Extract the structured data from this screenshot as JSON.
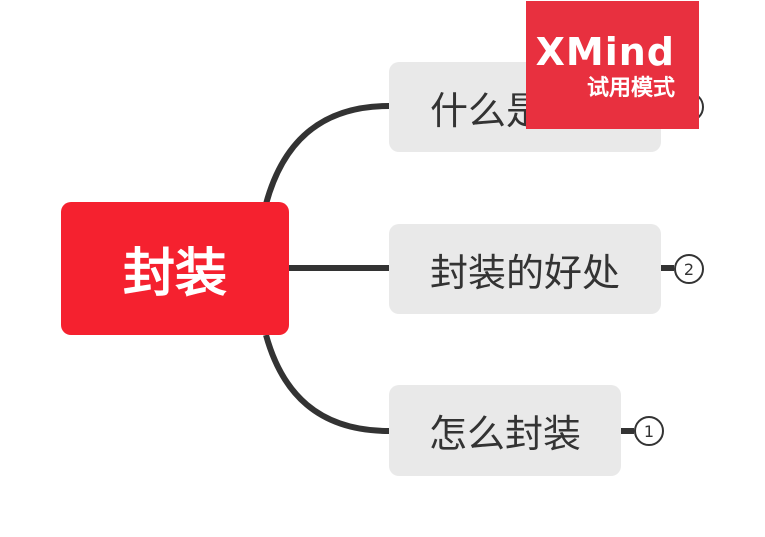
{
  "mindmap": {
    "central_topic": "封装",
    "topics": [
      {
        "label": "什么是封装",
        "count": "2"
      },
      {
        "label": "封装的好处",
        "count": "2"
      },
      {
        "label": "怎么封装",
        "count": "1"
      }
    ]
  },
  "watermark": {
    "title": "XMind",
    "subtitle": "试用模式"
  },
  "colors": {
    "central": "#f5212f",
    "topic_bg": "#e9e9e9",
    "connector": "#333333",
    "watermark_bg": "#e8303f"
  }
}
